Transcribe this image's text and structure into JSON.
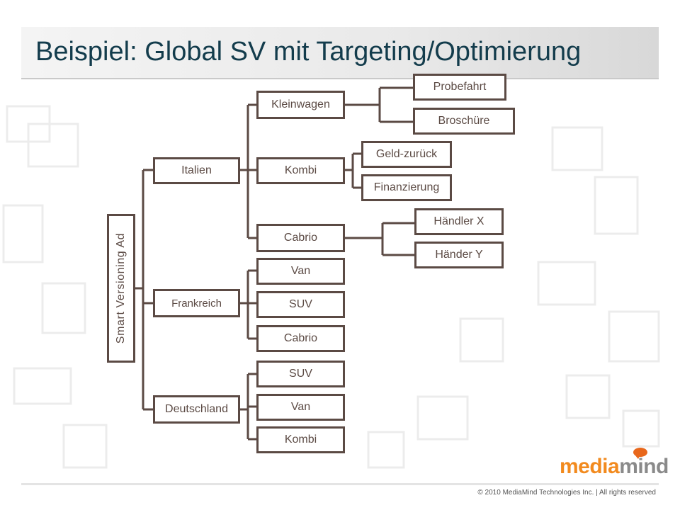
{
  "slide": {
    "title": "Beispiel: Global SV mit Targeting/Optimierung",
    "copyright": "© 2010 MediaMind Technologies Inc. | All rights reserved"
  },
  "brand": {
    "name_part1": "media",
    "name_part2": "mind",
    "accent": "#f28a1e",
    "secondary": "#8a8a8a"
  },
  "tree": {
    "root": "Smart Versioning Ad",
    "countries": [
      "Italien",
      "Frankreich",
      "Deutschland"
    ],
    "italien": [
      "Kleinwagen",
      "Kombi",
      "Cabrio"
    ],
    "kleinwagen": [
      "Probefahrt",
      "Broschüre"
    ],
    "kombi": [
      "Geld-zurück",
      "Finanzierung"
    ],
    "cabrio": [
      "Händler X",
      "Händer Y"
    ],
    "frankreich": [
      "Van",
      "SUV",
      "Cabrio"
    ],
    "deutschland": [
      "SUV",
      "Van",
      "Kombi"
    ]
  },
  "colors": {
    "line": "#5b4a44",
    "title": "#133c4c"
  }
}
